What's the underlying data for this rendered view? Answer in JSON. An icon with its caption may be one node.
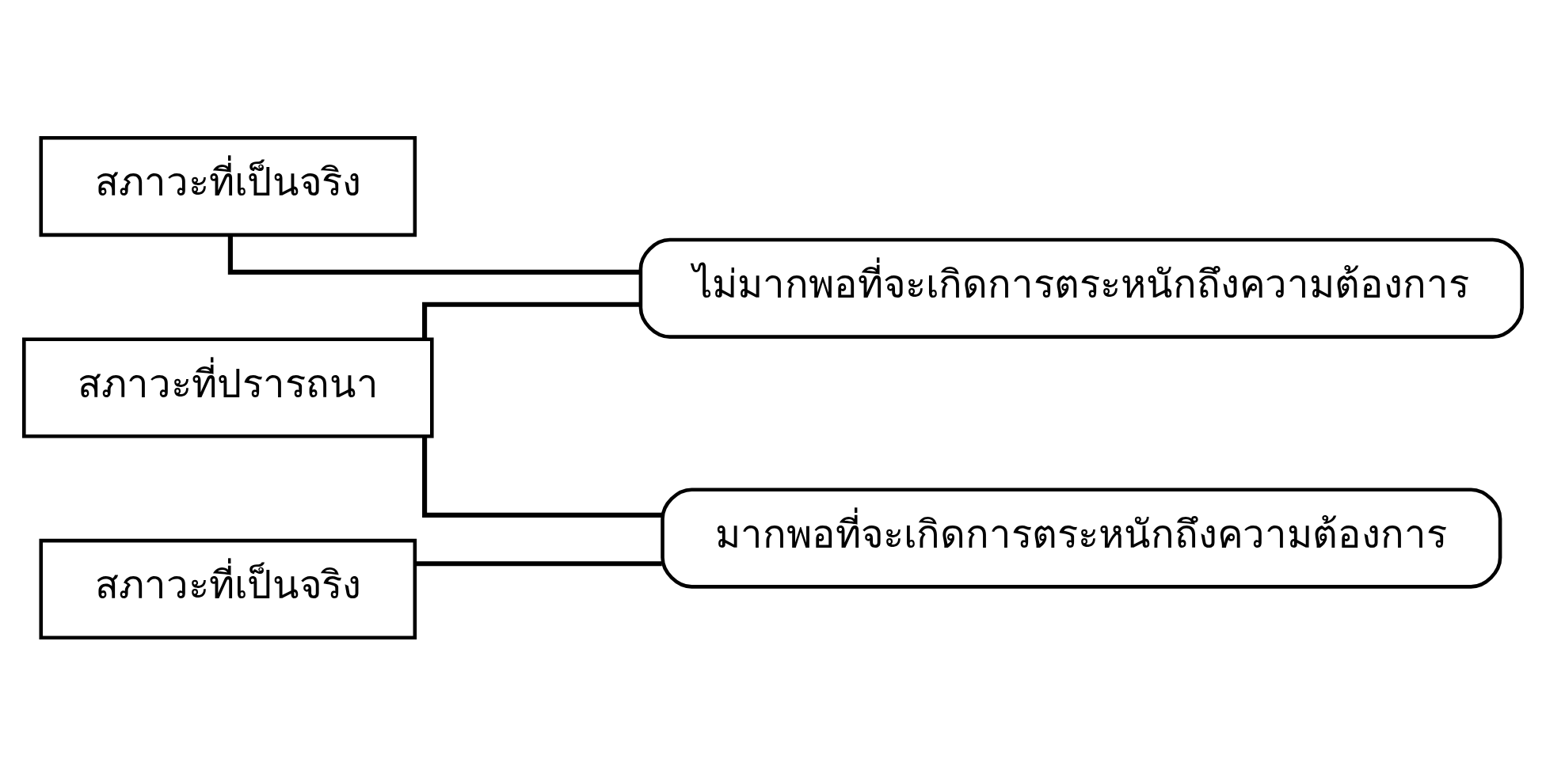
{
  "diagram": {
    "nodes": [
      {
        "text": [
          "สภาวะที่ปรารถนา"
        ]
      },
      {
        "text": [
          "สภาวะที่เป็นจริง"
        ]
      },
      {
        "text": [
          "สภาวะที่เป็นจริง"
        ]
      },
      {
        "text": [
          "ไม่มากพอที่จะเกิดการตระหนักถึงความต้องการ"
        ]
      },
      {
        "text": [
          "มากพอที่จะเกิดการตระหนักถึงความต้องการ"
        ]
      }
    ],
    "edges": [
      {
        "from": 0,
        "to": 3,
        "arrow": "none"
      },
      {
        "from": 1,
        "to": 3,
        "arrow": "none"
      },
      {
        "from": 0,
        "to": 4,
        "arrow": "none"
      },
      {
        "from": 2,
        "to": 4,
        "arrow": "none"
      }
    ]
  }
}
